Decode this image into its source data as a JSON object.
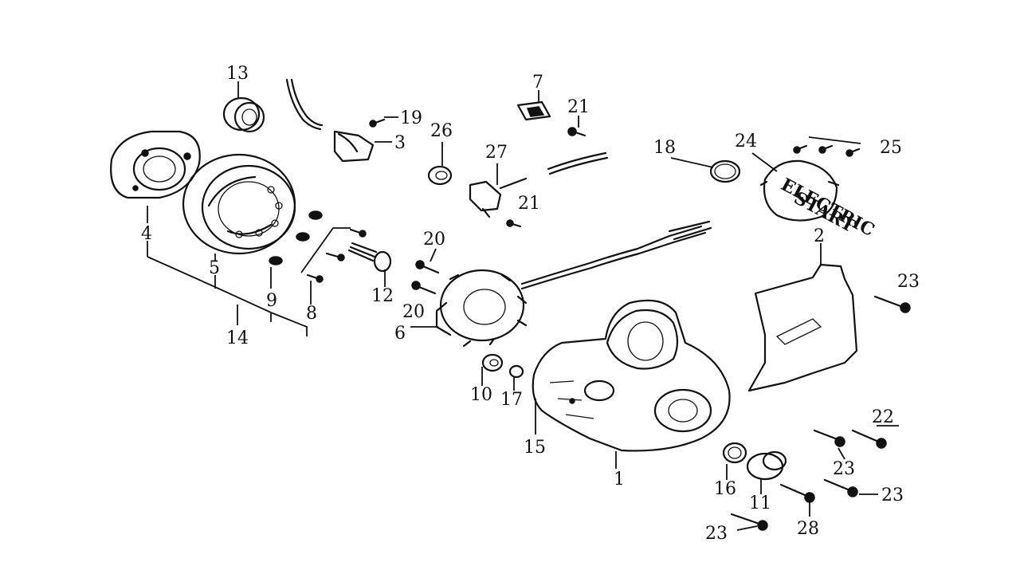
{
  "diagram": {
    "callouts": [
      "1",
      "2",
      "3",
      "4",
      "5",
      "6",
      "7",
      "8",
      "9",
      "10",
      "11",
      "12",
      "13",
      "14",
      "15",
      "16",
      "17",
      "18",
      "19",
      "20",
      "20",
      "21",
      "21",
      "22",
      "23",
      "23",
      "23",
      "23",
      "24",
      "25",
      "26",
      "27",
      "28"
    ],
    "cover_lettering": [
      "ELECTRIC",
      "START"
    ]
  }
}
